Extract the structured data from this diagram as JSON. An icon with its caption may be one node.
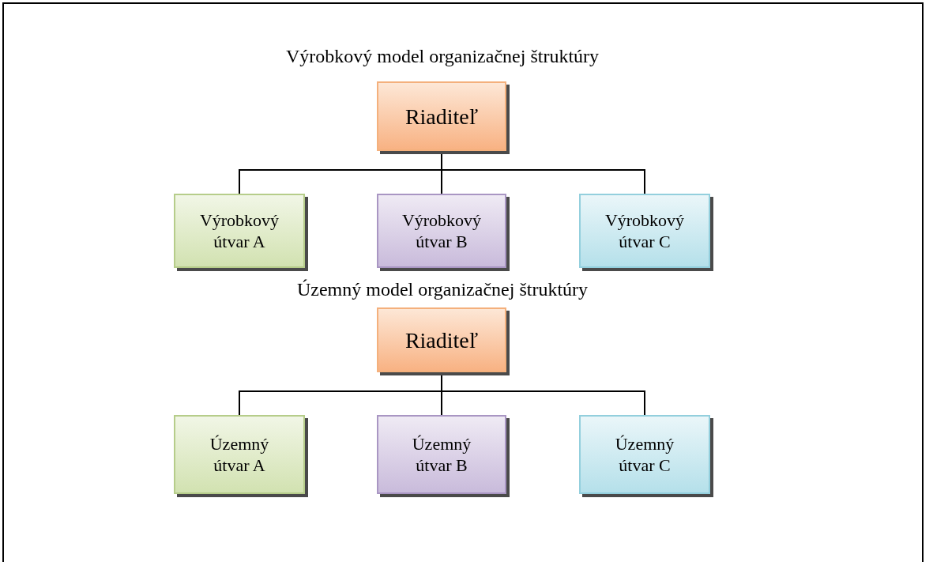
{
  "diagram": {
    "nodes": [
      {
        "text": [
          "Riaditeľ"
        ]
      },
      {
        "text": [
          "Výrobkový útvar A"
        ]
      },
      {
        "text": [
          "Výrobkový útvar B"
        ]
      },
      {
        "text": [
          "Výrobkový útvar C"
        ]
      },
      {
        "text": [
          "Riaditeľ"
        ]
      },
      {
        "text": [
          "Územný útvar A"
        ]
      },
      {
        "text": [
          "Územný útvar B"
        ]
      },
      {
        "text": [
          "Územný útvar C"
        ]
      }
    ],
    "edges": [
      {
        "from": 0,
        "to": 1,
        "arrow": "none"
      },
      {
        "from": 0,
        "to": 2,
        "arrow": "none"
      },
      {
        "from": 0,
        "to": 3,
        "arrow": "none"
      },
      {
        "from": 4,
        "to": 5,
        "arrow": "none"
      },
      {
        "from": 4,
        "to": 6,
        "arrow": "none"
      },
      {
        "from": 4,
        "to": 7,
        "arrow": "none"
      }
    ],
    "labels": [
      "Výrobkový model organizačnej štruktúry",
      "Územný model organizačnej štruktúry"
    ]
  }
}
